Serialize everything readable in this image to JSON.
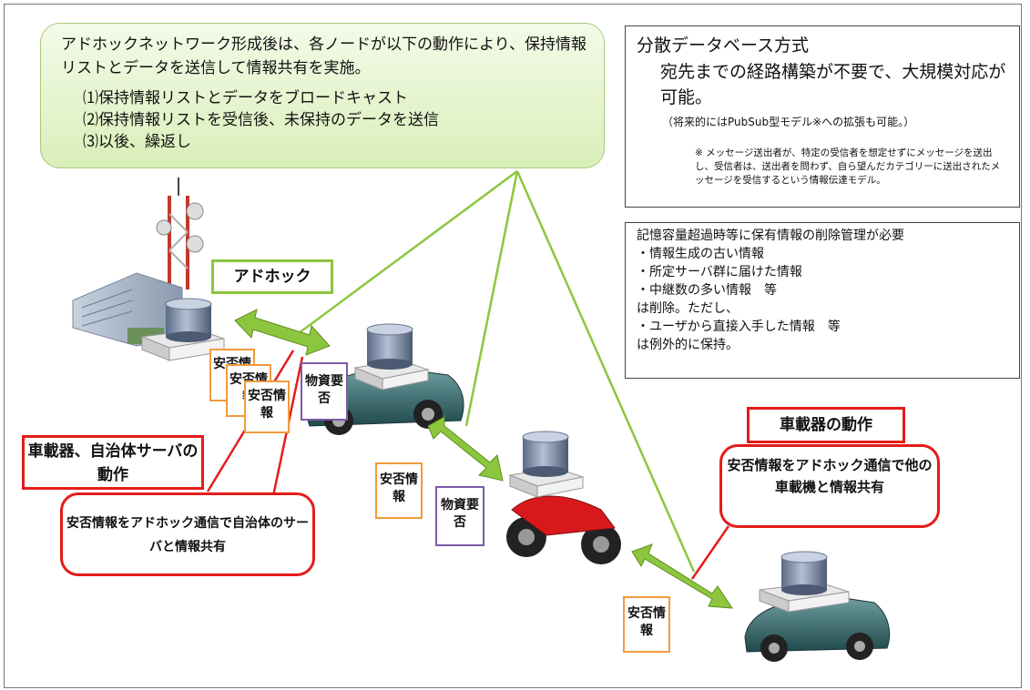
{
  "green_callout": {
    "intro": "アドホックネットワーク形成後は、各ノードが以下の動作により、保持情報リストとデータを送信して情報共有を実施。",
    "steps": [
      "⑴保持情報リストとデータをブロードキャスト",
      "⑵保持情報リストを受信後、未保持のデータを送信",
      "⑶以後、繰返し"
    ]
  },
  "info_box_1": {
    "title": "分散データベース方式",
    "body": "宛先までの経路構築が不要で、大規模対応が可能。",
    "sub": "（将来的にはPubSub型モデル※への拡張も可能。）",
    "note": "※ メッセージ送出者が、特定の受信者を想定せずにメッセージを送出し、受信者は、送出者を問わず、自ら望んだカテゴリーに送出されたメッセージを受信するという情報伝達モデル。"
  },
  "info_box_2": {
    "lines": [
      "記憶容量超過時等に保有情報の削除管理が必要",
      "・情報生成の古い情報",
      "・所定サーバ群に届けた情報",
      "・中継数の多い情報　等",
      "は削除。ただし、",
      "・ユーザから直接入手した情報　等",
      "は例外的に保持。"
    ]
  },
  "labels": {
    "adhoc": "アドホック",
    "municipal_action": "車載器、自治体サーバの動作",
    "vehicle_action": "車載器の動作"
  },
  "bubbles": {
    "left": "安否情報をアドホック通信で自治体のサーバと情報共有",
    "right": "安否情報をアドホック通信で他の車載機と情報共有"
  },
  "documents": {
    "safety": "安否情報",
    "supplies": "物資要否"
  },
  "colors": {
    "green_border": "#8cc63f",
    "red_border": "#e51b1b",
    "orange_doc": "#f29a3a",
    "purple_doc": "#7d5aa8",
    "arrow_green": "#8cc63f"
  }
}
